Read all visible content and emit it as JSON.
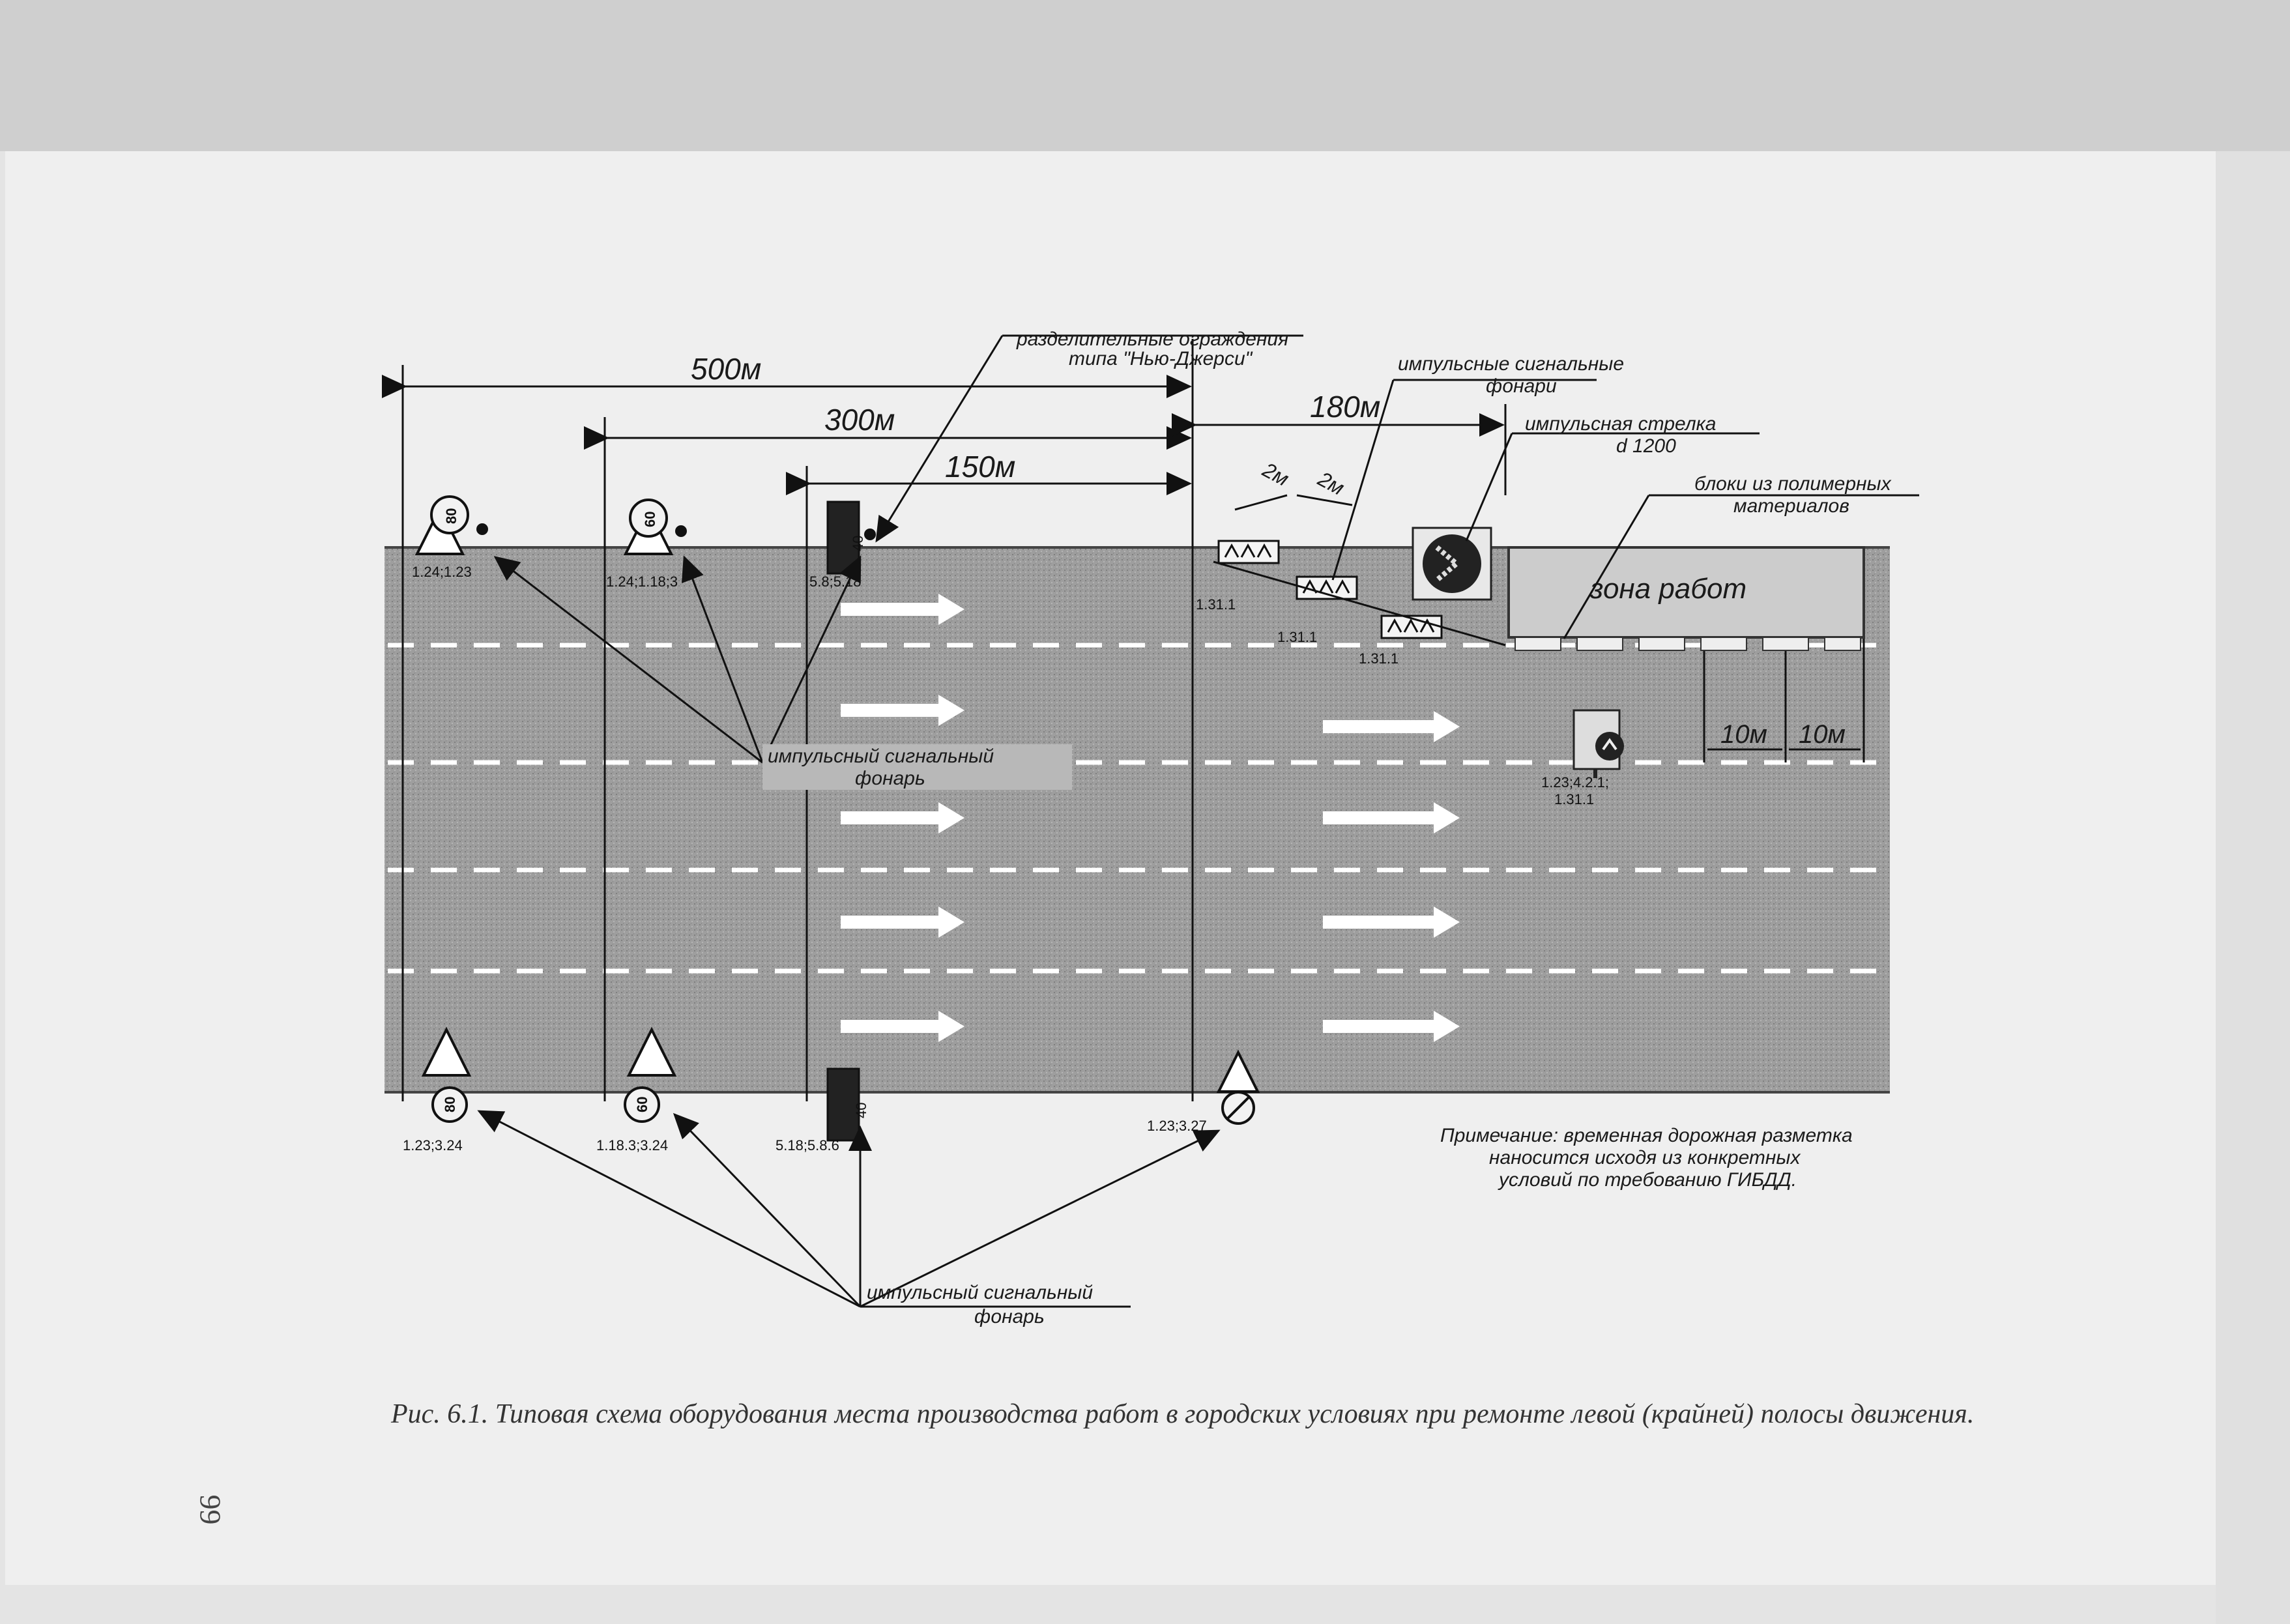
{
  "distances": {
    "d500": "500м",
    "d300": "300м",
    "d150": "150м",
    "d180": "180м",
    "d2a": "2м",
    "d2b": "2м",
    "d10a": "10м",
    "d10b": "10м"
  },
  "labels": {
    "barriers_1": "разделительные ограждения",
    "barriers_2": "типа \"Нью-Джерси\"",
    "lamps_1": "импульсные сигнальные",
    "lamps_2": "фонари",
    "arrow_1": "импульсная стрелка",
    "arrow_2": "d 1200",
    "blocks_1": "блоки из полимерных",
    "blocks_2": "материалов",
    "work_zone": "зона работ",
    "lamp_mid_1": "импульсный сигнальный",
    "lamp_mid_2": "фонарь",
    "lamp_bot_1": "импульсный сигнальный",
    "lamp_bot_2": "фонарь"
  },
  "signs": {
    "top_80": "80",
    "top_60": "60",
    "top_40": "40",
    "bot_80": "80",
    "bot_60": "60",
    "bot_40": "40"
  },
  "sign_codes": {
    "top_1": "1.24;1.23",
    "top_2": "1.24;1.18;3",
    "top_3": "5.8;5.18",
    "chevron_1": "1.31.1",
    "chevron_2": "1.31.1",
    "chevron_3": "1.31.1",
    "zone_1": "1.23;4.2.1;",
    "zone_2": "1.31.1",
    "bot_1": "1.23;3.24",
    "bot_2": "1.18.3;3.24",
    "bot_3": "5.18;5.8.6",
    "bot_4": "1.23;3.27"
  },
  "note": {
    "line1": "Примечание: временная дорожная разметка",
    "line2": "наносится исходя из конкретных",
    "line3": "условий по требованию ГИБДД."
  },
  "caption": "Рис. 6.1. Типовая схема оборудования места производства работ в городских условиях при ремонте левой (крайней) полосы движения.",
  "page_number": "99",
  "colors": {
    "road": "#9c9c9c",
    "page": "#efefef",
    "work_zone": "#c9c9c9",
    "lines": "#1a1a1a"
  }
}
